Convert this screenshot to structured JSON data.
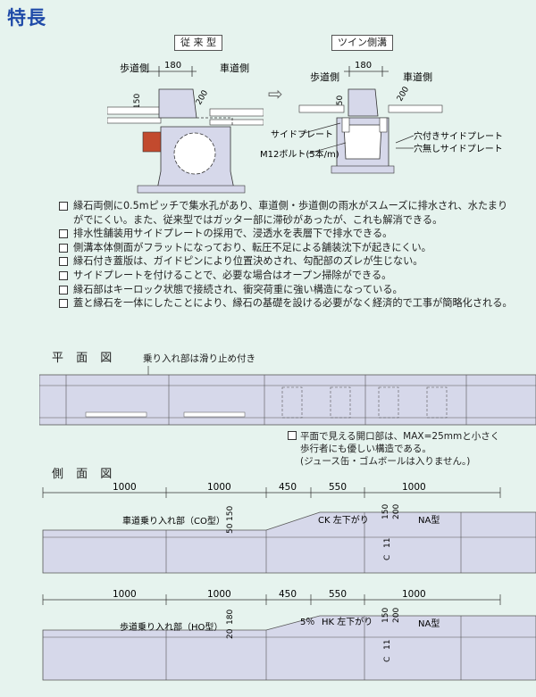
{
  "title": "特長",
  "conventional_label": "従 来 型",
  "twin_label": "ツイン側溝",
  "conv": {
    "sidewalk": "歩道側",
    "roadway": "車道側",
    "w180": "180",
    "h150": "150",
    "h200": "200"
  },
  "twin": {
    "sidewalk": "歩道側",
    "roadway": "車道側",
    "w180": "180",
    "h150": "150",
    "h200": "200",
    "side_plate": "サイドプレート",
    "bolt": "M12ボルト(5本/m)",
    "perforated": "穴付きサイドプレート",
    "unperforated": "穴無しサイドプレート"
  },
  "arrow": "⇨",
  "bullets": [
    "縁石両側に0.5mピッチで集水孔があり、車道側・歩道側の雨水がスムーズに排水され、水たまりがでにくい。また、従来型ではガッター部に滞砂があったが、これも解消できる。",
    "排水性舗装用サイドプレートの採用で、浸透水を表層下で排水できる。",
    "側溝本体側面がフラットになっており、転圧不足による舗装沈下が起きにくい。",
    "縁石付き蓋版は、ガイドピンにより位置決めされ、勾配部のズレが生じない。",
    "サイドプレートを付けることで、必要な場合はオープン掃除ができる。",
    "縁石部はキーロック状態で接続され、衝突荷重に強い構造になっている。",
    "蓋と縁石を一体にしたことにより、縁石の基礎を設ける必要がなく経済的で工事が簡略化される。"
  ],
  "plan": {
    "heading": "平 面 図",
    "callout": "乗り入れ部は滑り止め付き"
  },
  "note": {
    "lines": [
      "平面で見える開口部は、MAX=25mmと小さく",
      "歩行者にも優しい構造である。",
      "(ジュース缶・ゴムボールは入りません。)"
    ]
  },
  "side": {
    "heading": "側 面 図"
  },
  "elev1": {
    "dims": [
      "1000",
      "1000",
      "450",
      "550",
      "1000"
    ],
    "label_a": "車道乗り入れ部（CO型）",
    "label_b": "CK 左下がり",
    "label_c": "NA型",
    "v1": "50",
    "v2": "150",
    "v3": "150",
    "v4": "200",
    "v5": "11",
    "v6": "C"
  },
  "elev2": {
    "dims": [
      "1000",
      "1000",
      "450",
      "550",
      "1000"
    ],
    "label_a": "歩道乗り入れ部（HO型）",
    "label_b": "HK 左下がり",
    "label_pct": "5％",
    "label_c": "NA型",
    "v1": "20",
    "v2": "180",
    "v3": "150",
    "v4": "200",
    "v5": "11",
    "v6": "C"
  },
  "colors": {
    "accent": "#1f4aa8",
    "concrete": "#d6d8ea",
    "brick": "#c24a2e",
    "bg": "#e6f3ee"
  }
}
